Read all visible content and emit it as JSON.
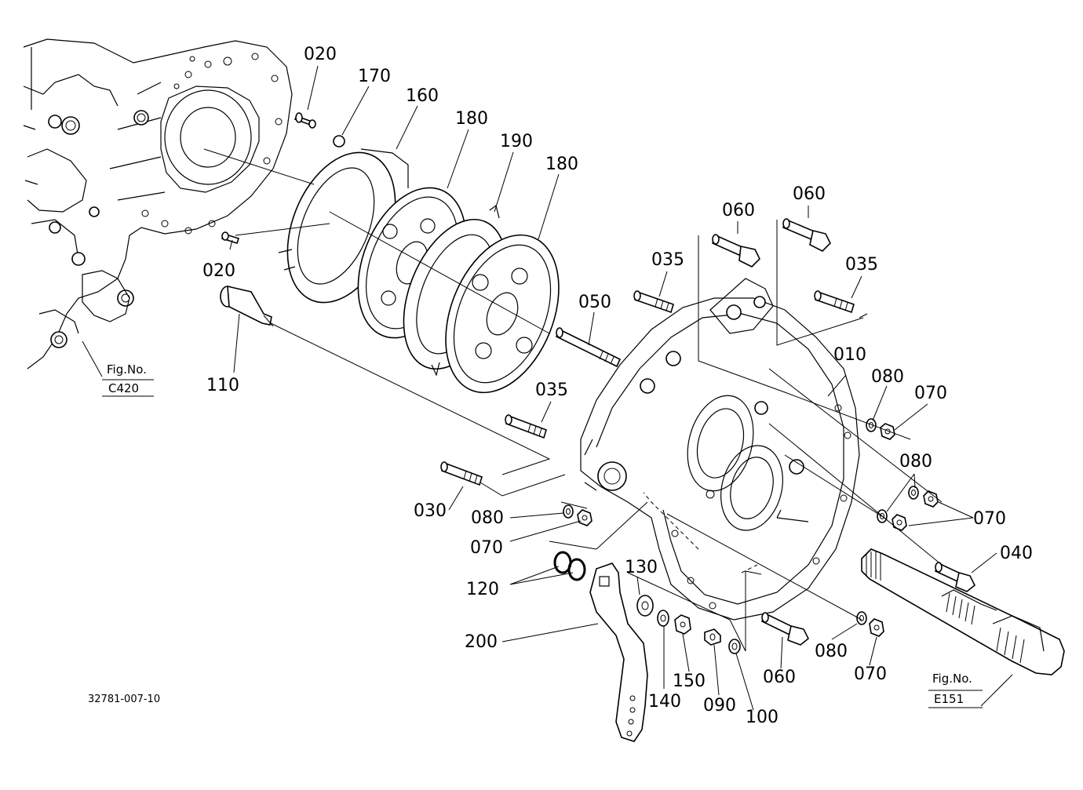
{
  "diagram": {
    "drawing_number": "32781-007-10",
    "fig_refs": [
      {
        "id": "c420",
        "title": "Fig.No.",
        "code": "C420"
      },
      {
        "id": "e151",
        "title": "Fig.No.",
        "code": "E151"
      }
    ],
    "callouts": [
      {
        "id": "020-a",
        "text": "020"
      },
      {
        "id": "170",
        "text": "170"
      },
      {
        "id": "160",
        "text": "160"
      },
      {
        "id": "180-a",
        "text": "180"
      },
      {
        "id": "190",
        "text": "190"
      },
      {
        "id": "180-b",
        "text": "180"
      },
      {
        "id": "020-b",
        "text": "020"
      },
      {
        "id": "110",
        "text": "110"
      },
      {
        "id": "060-a",
        "text": "060"
      },
      {
        "id": "060-b",
        "text": "060"
      },
      {
        "id": "035-a",
        "text": "035"
      },
      {
        "id": "035-b",
        "text": "035"
      },
      {
        "id": "050",
        "text": "050"
      },
      {
        "id": "010",
        "text": "010"
      },
      {
        "id": "080-a",
        "text": "080"
      },
      {
        "id": "070-a",
        "text": "070"
      },
      {
        "id": "035-c",
        "text": "035"
      },
      {
        "id": "080-b",
        "text": "080"
      },
      {
        "id": "070-b",
        "text": "070"
      },
      {
        "id": "030",
        "text": "030"
      },
      {
        "id": "080-c",
        "text": "080"
      },
      {
        "id": "070-c",
        "text": "070"
      },
      {
        "id": "040",
        "text": "040"
      },
      {
        "id": "130",
        "text": "130"
      },
      {
        "id": "120",
        "text": "120"
      },
      {
        "id": "200",
        "text": "200"
      },
      {
        "id": "150",
        "text": "150"
      },
      {
        "id": "140",
        "text": "140"
      },
      {
        "id": "090",
        "text": "090"
      },
      {
        "id": "100",
        "text": "100"
      },
      {
        "id": "060-c",
        "text": "060"
      },
      {
        "id": "080-d",
        "text": "080"
      },
      {
        "id": "070-d",
        "text": "070"
      }
    ]
  }
}
